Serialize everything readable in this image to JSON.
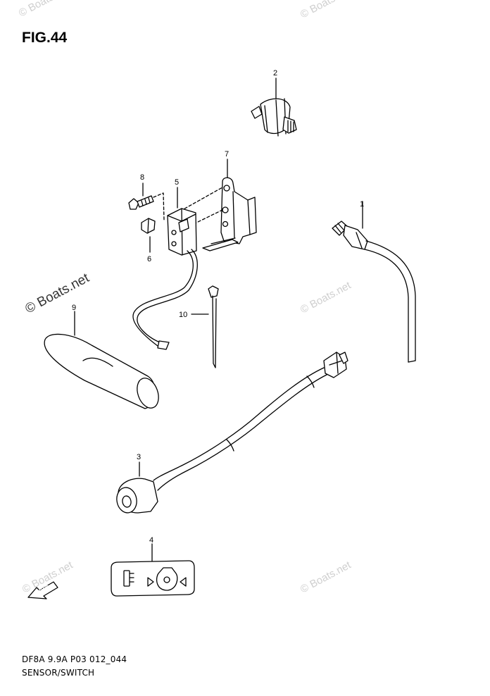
{
  "figure": {
    "title": "FIG.44"
  },
  "footer": {
    "code": "DF8A 9.9A P03 012_044",
    "name": "SENSOR/SWITCH"
  },
  "watermark": {
    "text": "© Boats.net"
  },
  "callouts": {
    "p1": "1",
    "p2": "2",
    "p3": "3",
    "p4": "4",
    "p5": "5",
    "p6": "6",
    "p7": "7",
    "p8": "8",
    "p9": "9",
    "p10": "10"
  },
  "fwd_label": "FWD",
  "colors": {
    "line": "#000000",
    "watermark": "#c8c8c8",
    "background": "#ffffff"
  }
}
